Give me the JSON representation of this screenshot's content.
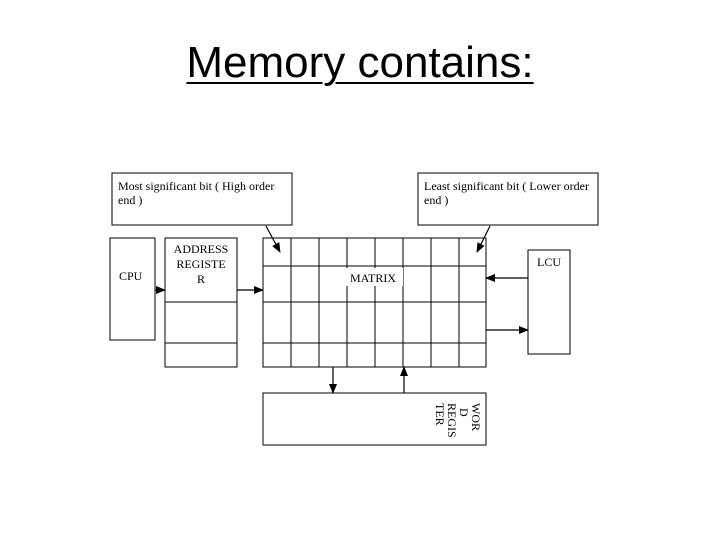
{
  "slide": {
    "title": "Memory contains:"
  },
  "diagram": {
    "msb_note_line1": "Most significant bit ( High order",
    "msb_note_line2": "end )",
    "lsb_note_line1": "Least significant bit ( Lower order",
    "lsb_note_line2": "end )",
    "cpu": "CPU",
    "address_register_line1": "ADDRESS",
    "address_register_line2": "REGISTE",
    "address_register_line3": "R",
    "matrix": "MATRIX",
    "lcu": "LCU",
    "word_register_lines": [
      "WOR",
      "D",
      "REGIS",
      "TER"
    ]
  }
}
